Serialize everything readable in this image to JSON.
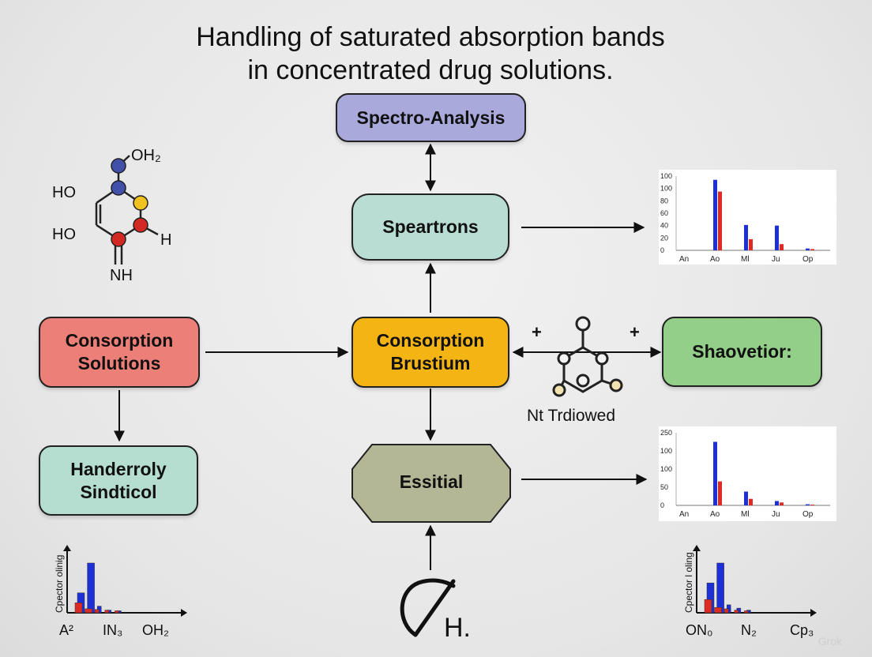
{
  "title": {
    "line1": "Handling of saturated absorption bands",
    "line2": "in concentrated drug solutions."
  },
  "nodes": {
    "spectro_analysis": "Spectro-Analysis",
    "speartrons": "Speartrons",
    "consorption_solutions": "Consorption Solutions",
    "consorption_brustium": "Consorption Brustium",
    "shaovetior": "Shaovetior:",
    "handerroly": "Handerroly Sindticol",
    "essitial": "Essitial"
  },
  "labels": {
    "plus": "+",
    "nt_trdiowed": "Nt Trdiowed",
    "bottom_glyph": "H.",
    "watermark": "Grok"
  },
  "molecule": {
    "oh2": "OH₂",
    "ho_top": "HO",
    "ho_bottom": "HO",
    "h": "H",
    "nh": "NH"
  },
  "colors": {
    "spectro_analysis": "#a9a9dc",
    "speartrons": "#b9ddd2",
    "consorption_solutions": "#ec7f78",
    "consorption_brustium": "#f3b414",
    "shaovetior": "#93cf88",
    "handerroly": "#b5ddd0",
    "essitial": "#b4b795",
    "bar_blue": "#1d2fd6",
    "bar_red": "#dd2a24"
  },
  "chart_data": [
    {
      "type": "bar",
      "categories": [
        "An",
        "Ao",
        "Ml",
        "Ju",
        "Op"
      ],
      "y_ticks": [
        "0",
        "20",
        "40",
        "60",
        "80",
        "100",
        "100"
      ],
      "ylim": [
        0,
        120
      ],
      "series": [
        {
          "values": [
            0,
            114,
            41,
            40,
            3
          ]
        },
        {
          "values": [
            0,
            95,
            18,
            10,
            2
          ]
        }
      ]
    },
    {
      "type": "bar",
      "categories": [
        "An",
        "Ao",
        "Ml",
        "Ju",
        "Op"
      ],
      "y_ticks": [
        "0",
        "50",
        "100",
        "100",
        "250"
      ],
      "ylim": [
        0,
        200
      ],
      "series": [
        {
          "values": [
            0,
            175,
            38,
            12,
            3
          ]
        },
        {
          "values": [
            0,
            66,
            18,
            8,
            2
          ]
        }
      ]
    },
    {
      "type": "bar",
      "ylabel": "Cpector olinig",
      "categories": [
        "A²",
        "IN₃",
        "OH₂"
      ],
      "series": [
        {
          "values": [
            30,
            75,
            10,
            4,
            3
          ]
        },
        {
          "values": [
            15,
            6,
            5,
            4,
            3
          ]
        }
      ]
    },
    {
      "type": "bar",
      "ylabel": "Cpector l oling",
      "categories": [
        "ON₀",
        "N₂",
        "Cp₃"
      ],
      "series": [
        {
          "values": [
            45,
            75,
            12,
            7,
            4
          ]
        },
        {
          "values": [
            20,
            8,
            6,
            4,
            3
          ]
        }
      ]
    }
  ]
}
